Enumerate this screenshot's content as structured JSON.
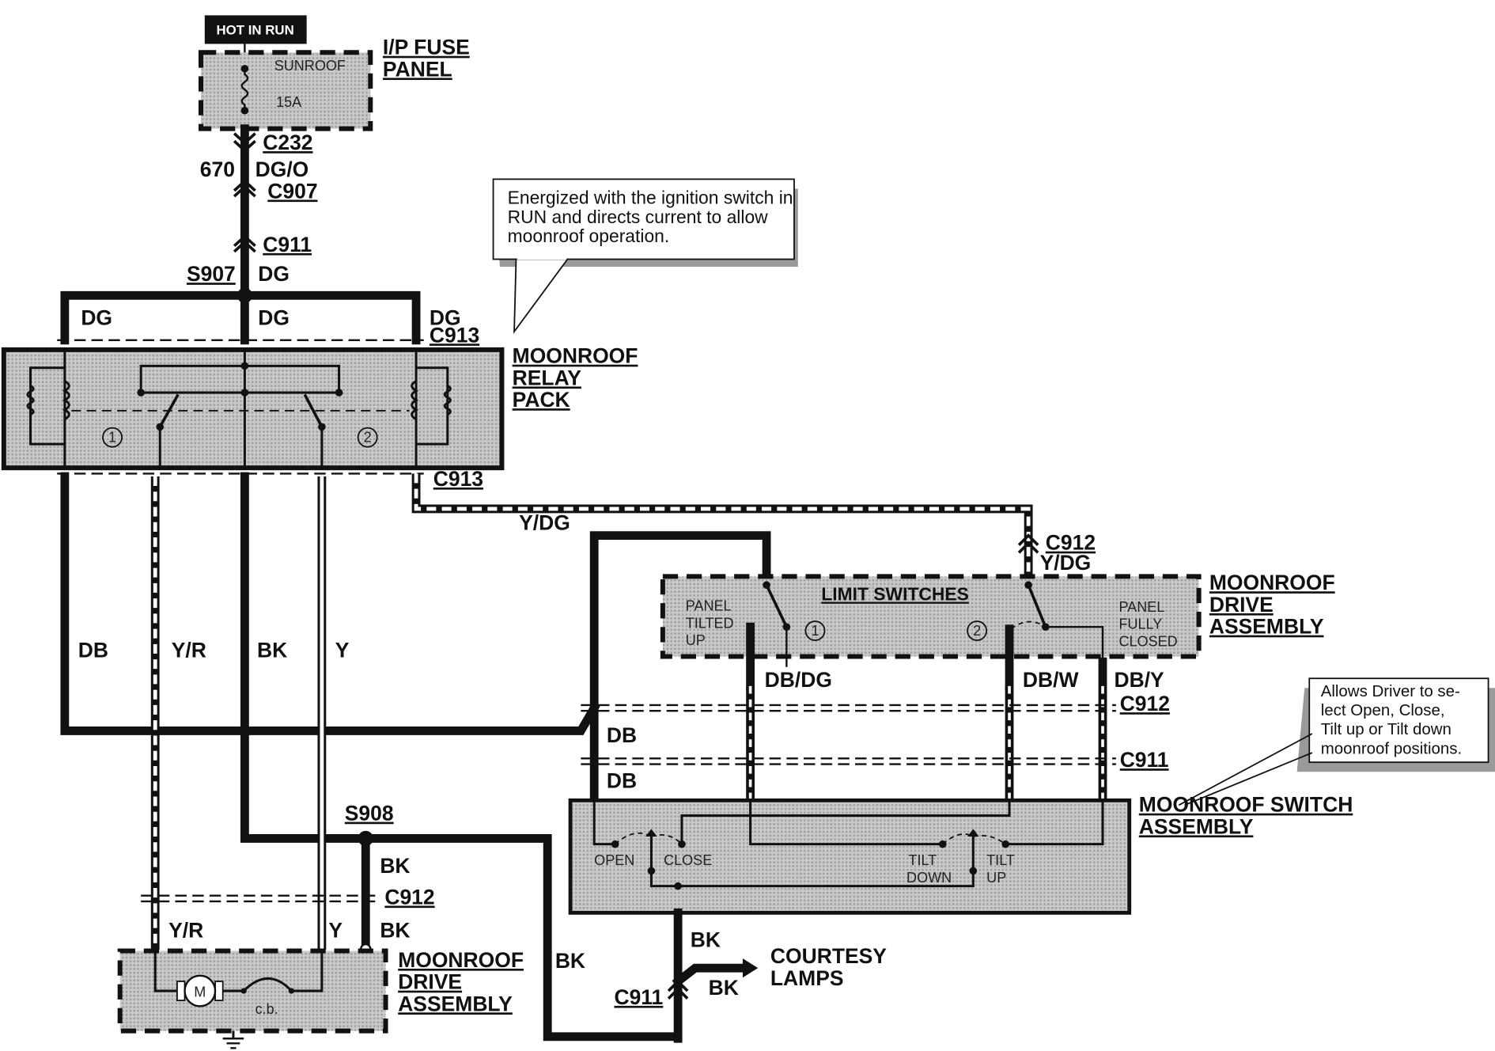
{
  "header": {
    "hot_in_run": "HOT IN RUN"
  },
  "fuse_panel": {
    "title_line1": "I/P FUSE",
    "title_line2": "PANEL",
    "fuse_name": "SUNROOF",
    "fuse_rating": "15A"
  },
  "connectors": {
    "c232": "C232",
    "c907": "C907",
    "c911_top": "C911",
    "s907": "S907",
    "c913_top": "C913",
    "c913_bottom": "C913",
    "c912_drive": "C912",
    "c912_switch": "C912",
    "c911_switch": "C911",
    "s908": "S908",
    "c912_motor": "C912",
    "c911_ground": "C911"
  },
  "wires": {
    "circuit_670": "670",
    "dg_o": "DG/O",
    "dg_main": "DG",
    "dg_left": "DG",
    "dg_center": "DG",
    "dg_right": "DG",
    "y_dg": "Y/DG",
    "y_dg_drive": "Y/DG",
    "db": "DB",
    "y_r": "Y/R",
    "bk": "BK",
    "y": "Y",
    "db_dg": "DB/DG",
    "db_w": "DB/W",
    "db_y": "DB/Y",
    "db_mid1": "DB",
    "db_mid2": "DB",
    "bk_s908": "BK",
    "y_r_low": "Y/R",
    "y_low": "Y",
    "bk_low": "BK",
    "bk_ground": "BK",
    "bk_switch": "BK",
    "bk_courtesy": "BK"
  },
  "notes": {
    "relay_note": [
      "Energized with the ignition switch in",
      "RUN and directs current to allow",
      "moonroof operation."
    ],
    "switch_note": [
      "Allows Driver to se-",
      "lect  Open, Close,",
      "Tilt up or Tilt down",
      "moonroof positions."
    ]
  },
  "relay_pack": {
    "title": [
      "MOONROOF",
      "RELAY",
      "PACK"
    ],
    "relay_1": "1",
    "relay_2": "2"
  },
  "limit_switches": {
    "title": "LIMIT SWITCHES",
    "left_label": [
      "PANEL",
      "TILTED",
      "UP"
    ],
    "right_label": [
      "PANEL",
      "FULLY",
      "CLOSED"
    ],
    "switch_1": "1",
    "switch_2": "2"
  },
  "drive_assembly": {
    "title": [
      "MOONROOF",
      "DRIVE",
      "ASSEMBLY"
    ]
  },
  "switch_assembly": {
    "title": [
      "MOONROOF SWITCH",
      "ASSEMBLY"
    ],
    "open": "OPEN",
    "close": "CLOSE",
    "tilt_down": [
      "TILT",
      "DOWN"
    ],
    "tilt_up": [
      "TILT",
      "UP"
    ]
  },
  "motor_assembly": {
    "title": [
      "MOONROOF",
      "DRIVE",
      "ASSEMBLY"
    ],
    "motor": "M",
    "breaker": "c.b."
  },
  "courtesy_lamps": [
    "COURTESY",
    "LAMPS"
  ]
}
